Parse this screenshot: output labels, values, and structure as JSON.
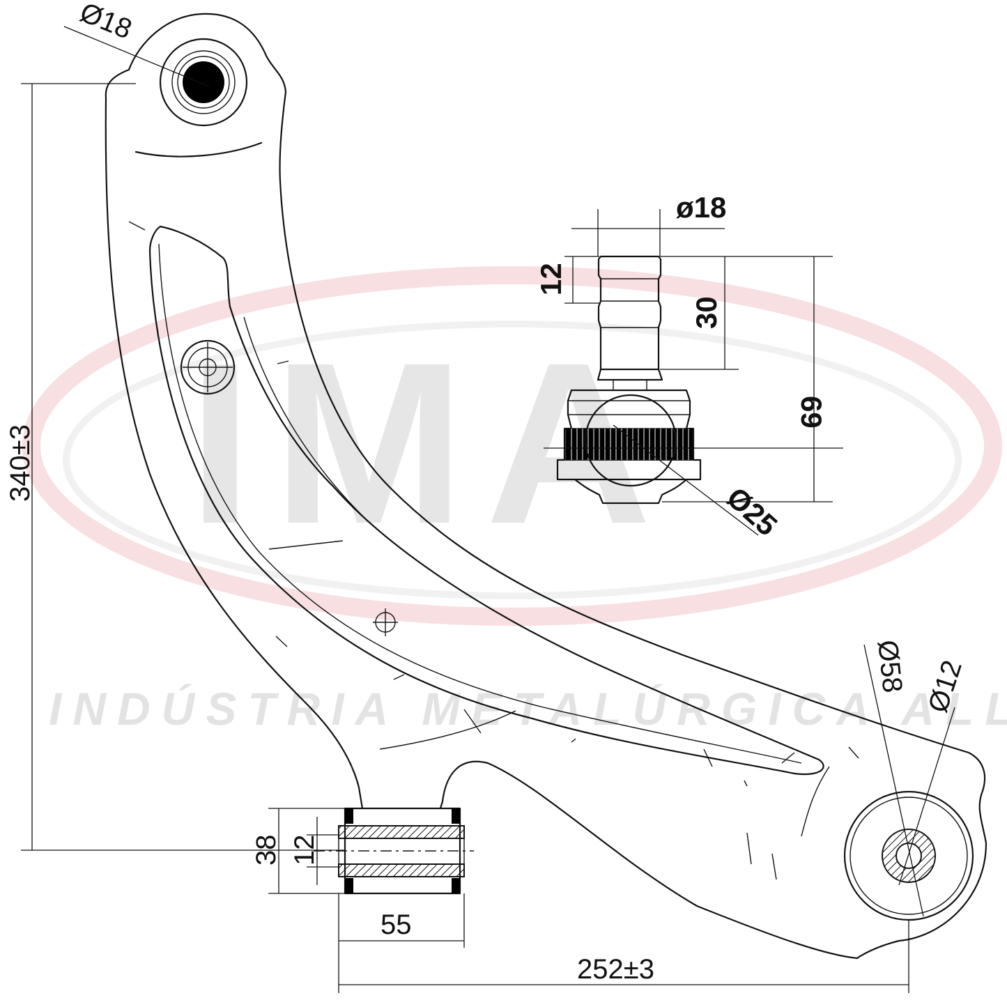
{
  "watermark": {
    "logo": "IMA",
    "company": "INDÚSTRIA METALÚRGICA ALLI",
    "ring_color": "#f4c9cc"
  },
  "dimensions": {
    "top_bushing_diameter": "Ø18",
    "overall_height": "340±3",
    "ball_stud_diameter": "ø18",
    "ball_thread_length": "12",
    "ball_stud_length": "30",
    "ball_total_height": "69",
    "ball_diameter": "Ø25",
    "rear_bushing_outer": "Ø58",
    "rear_bushing_inner": "Ø12",
    "front_bushing_height": "38",
    "front_bushing_bore": "12",
    "front_bushing_width": "55",
    "overall_width": "252±3"
  }
}
